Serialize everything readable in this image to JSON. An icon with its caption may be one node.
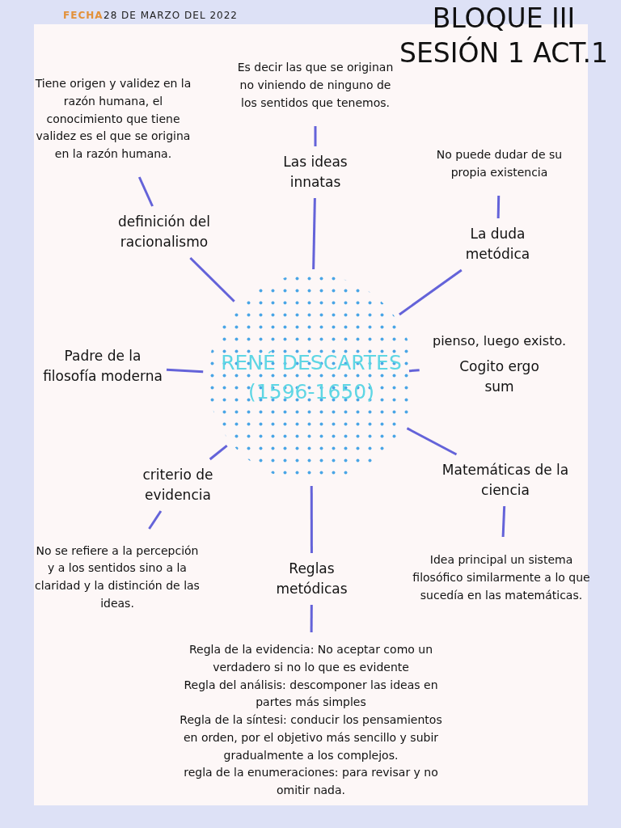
{
  "diagram": {
    "title": "BLOQUE III SESIÓN 1 ACT.1",
    "nodes": [
      {
        "text": [
          "RENÉ DESCARTES (1596-1650)"
        ]
      },
      {
        "text": [
          "Las ideas innatas"
        ]
      },
      {
        "text": [
          "Es decir las que se originan no viniendo de ninguno de los sentidos que tenemos."
        ]
      },
      {
        "text": [
          "La duda metódica"
        ]
      },
      {
        "text": [
          "No puede dudar de su propia existencia"
        ]
      },
      {
        "text": [
          "Cogito ergo sum"
        ],
        "beside": [
          "pienso, luego existo."
        ]
      },
      {
        "text": [
          "Matemáticas de la ciencia"
        ]
      },
      {
        "text": [
          "Idea principal un sistema filosófico similarmente a lo que sucedía en las matemáticas."
        ]
      },
      {
        "text": [
          "Reglas metódicas"
        ]
      },
      {
        "text": [
          "Regla de la evidencia: No aceptar como un verdadero si no lo que es evidente",
          "Regla del análisis: descomponer las ideas en partes más simples",
          "Regla de la síntesi: conducir los pensamientos en orden, por el objetivo más sencillo y subir gradualmente a los complejos.",
          "regla de la enumeraciones: para revisar y no omitir nada."
        ]
      },
      {
        "text": [
          "criterio de evidencia"
        ]
      },
      {
        "text": [
          "No se refiere a la percepción y a los sentidos sino a la claridad y la distinción de las ideas."
        ]
      },
      {
        "text": [
          "Padre de la filosofía moderna"
        ]
      },
      {
        "text": [
          "definición del racionalismo"
        ]
      },
      {
        "text": [
          "Tiene origen y validez en la razón humana,  el conocimiento que tiene validez es el que se origina en la razón humana."
        ]
      }
    ],
    "edges": [
      {
        "from": 0,
        "to": 1,
        "arrow": "none"
      },
      {
        "from": 1,
        "to": 2,
        "arrow": "none"
      },
      {
        "from": 0,
        "to": 3,
        "arrow": "none"
      },
      {
        "from": 3,
        "to": 4,
        "arrow": "none"
      },
      {
        "from": 0,
        "to": 5,
        "arrow": "none"
      },
      {
        "from": 0,
        "to": 6,
        "arrow": "none"
      },
      {
        "from": 6,
        "to": 7,
        "arrow": "none"
      },
      {
        "from": 0,
        "to": 8,
        "arrow": "none"
      },
      {
        "from": 8,
        "to": 9,
        "arrow": "none"
      },
      {
        "from": 0,
        "to": 10,
        "arrow": "none"
      },
      {
        "from": 10,
        "to": 11,
        "arrow": "none"
      },
      {
        "from": 0,
        "to": 12,
        "arrow": "none"
      },
      {
        "from": 0,
        "to": 13,
        "arrow": "none"
      },
      {
        "from": 13,
        "to": 14,
        "arrow": "none"
      }
    ],
    "labels": [
      "FECHA",
      "28 DE MARZO DEL 2022"
    ]
  }
}
